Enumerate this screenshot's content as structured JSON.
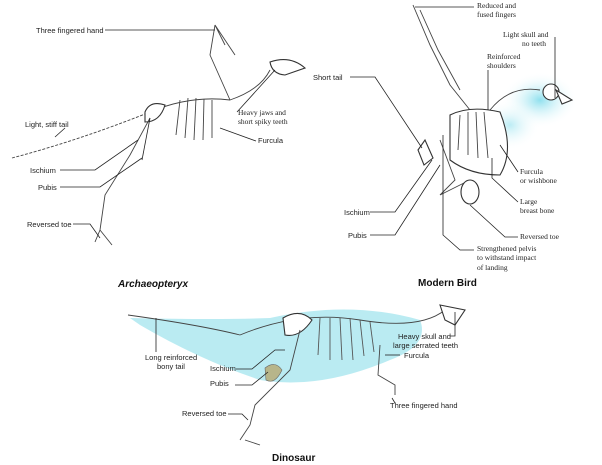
{
  "archaeopteryx": {
    "caption": "Archaeopteryx",
    "labels": {
      "hand": "Three fingered hand",
      "tail": "Light, stiff tail",
      "jaws_1": "Heavy jaws and",
      "jaws_2": "short spiky teeth",
      "furcula": "Furcula",
      "ischium": "Ischium",
      "pubis": "Pubis",
      "toe": "Reversed toe"
    }
  },
  "modern_bird": {
    "caption": "Modern Bird",
    "labels": {
      "fingers_1": "Reduced and",
      "fingers_2": "fused fingers",
      "skull_1": "Light skull and",
      "skull_2": "no teeth",
      "shoulders_1": "Reinforced",
      "shoulders_2": "shoulders",
      "tail": "Short tail",
      "furcula_1": "Furcula",
      "furcula_2": "or wishbone",
      "breast_1": "Large",
      "breast_2": "breast bone",
      "toe": "Reversed toe",
      "ischium": "Ischium",
      "pubis": "Pubis",
      "pelvis_1": "Strengthened pelvis",
      "pelvis_2": "to withstand impact",
      "pelvis_3": "of landing"
    }
  },
  "dinosaur": {
    "caption": "Dinosaur",
    "labels": {
      "tail_1": "Long reinforced",
      "tail_2": "bony tail",
      "ischium": "Ischium",
      "pubis": "Pubis",
      "skull_1": "Heavy skull and",
      "skull_2": "large serrated teeth",
      "furcula": "Furcula",
      "hand": "Three fingered hand",
      "toe": "Reversed toe"
    }
  },
  "colors": {
    "highlight": "#aee8f0",
    "pelvis": "#b7b58a"
  }
}
